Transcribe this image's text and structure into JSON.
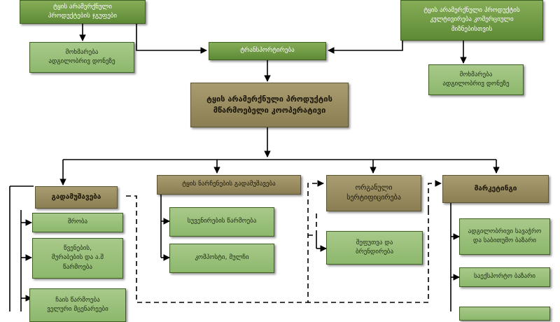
{
  "nodes": {
    "nwfp_products_group": "ტყის არამერქნული\nპროდუქტების ჯგუფები",
    "nwfp_cultivation": "ტყის არამერქნული პროდუქტის\nკულტივირება კომერციული\nმიზნებისთვის",
    "local_use_left": "მოხმარება\nადგილობრივ დონეზე",
    "transportation": "ტრანსპორტირება",
    "local_use_right": "მოხმარება\nადგილობრივ დონეზე",
    "cooperative": "ტყის არამერქნული პროდუქტის\nმწარმოებელი კოოპერატივი",
    "processing": "გადამუშავება",
    "wood_residue_processing": "ტყის ნარჩენების გადამუშავება",
    "organic_certification": "ორგანული\nსერტიფიცირება",
    "marketing": "მარკეტინგი",
    "drying": "შრობა",
    "jams": "წვენების,\nმურაბების და ა.შ\nწარმოება",
    "tea": "ჩაის წარმოება\nველური მცენარეები",
    "souvenirs": "სუვენირების წარმოება",
    "compost": "კომპოსტი, მულჩი",
    "packaging_branding": "შეფუთვა და\nბრენდირება",
    "local_market": "ადგილობრივი სავაჭრო\nდა საბითუმო ბაზარი",
    "export_market": "საექსპორტო ბაზარი"
  }
}
